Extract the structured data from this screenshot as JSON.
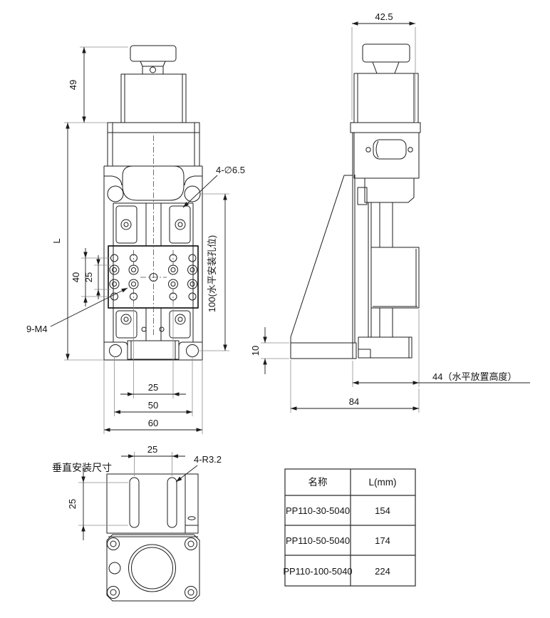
{
  "front_view": {
    "dims": {
      "knob_height": "49",
      "overall_length": "L",
      "grid_40": "40",
      "grid_25": "25",
      "mounting_100": "100(水平安装孔位)",
      "base_25": "25",
      "base_50": "50",
      "base_60": "60"
    },
    "labels": {
      "corner_holes": "4-∅6.5",
      "thread_holes": "9-M4"
    }
  },
  "side_view": {
    "dims": {
      "top_width": "42.5",
      "base_thickness": "10",
      "horizontal_height": "44（水平放置高度）",
      "depth": "84"
    }
  },
  "bottom_view": {
    "title": "垂直安装尺寸",
    "dims": {
      "slot_spacing": "25",
      "slot_length": "25"
    },
    "labels": {
      "slot_radius": "4-R3.2"
    }
  },
  "spec_table": {
    "headers": {
      "name": "名称",
      "length": "L(mm)"
    },
    "rows": [
      {
        "name": "PP110-30-5040",
        "length": "154"
      },
      {
        "name": "PP110-50-5040",
        "length": "174"
      },
      {
        "name": "PP110-100-5040",
        "length": "224"
      }
    ]
  },
  "colors": {
    "line": "#1c1c1c",
    "extension": "#8d8d8d",
    "background": "#ffffff"
  }
}
